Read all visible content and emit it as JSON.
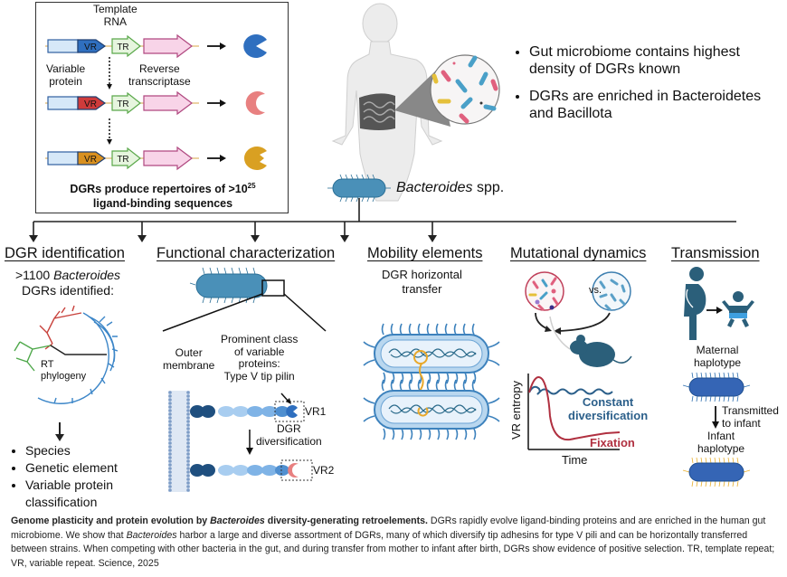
{
  "inset": {
    "template_rna_label": "Template\nRNA",
    "variable_protein_label": "Variable\nprotein",
    "reverse_transcriptase_label": "Reverse\ntranscriptase",
    "vr_label": "VR",
    "tr_label": "TR",
    "rows": [
      {
        "vr_color": "#2f6fbf",
        "product_color": "#2f6fbf",
        "product_shape": "pacman"
      },
      {
        "vr_color": "#cf3b3b",
        "product_color": "#e88080",
        "product_shape": "crescent"
      },
      {
        "vr_color": "#d9901f",
        "product_color": "#d9a022",
        "product_shape": "notched"
      }
    ],
    "summary_line1": "DGRs produce repertoires of >10",
    "summary_exponent": "25",
    "summary_line2": "ligand-binding sequences"
  },
  "gut": {
    "bullets": [
      "Gut microbiome contains highest density of DGRs known",
      "DGRs are enriched in Bacteroidetes and Bacillota"
    ]
  },
  "root": {
    "genus": "Bacteroides",
    "suffix": " spp."
  },
  "sections": {
    "identification": {
      "title": "DGR identification",
      "count_prefix": ">1100 ",
      "count_genus": "Bacteroides",
      "count_suffix": "DGRs identified:",
      "tree_label": "RT\nphylogeny",
      "bullets": [
        "Species",
        "Genetic element",
        "Variable protein classification"
      ]
    },
    "functional": {
      "title": "Functional characterization",
      "outer_membrane": "Outer\nmembrane",
      "prominent": "Prominent class\nof variable\nproteins:\nType V tip pilin",
      "vr1": "VR1",
      "vr2": "VR2",
      "diversification": "DGR\ndiversification"
    },
    "mobility": {
      "title": "Mobility elements",
      "subtitle": "DGR horizontal\ntransfer"
    },
    "mutational": {
      "title": "Mutational dynamics",
      "vs_label": "vs.",
      "y_axis": "VR entropy",
      "x_axis": "Time",
      "constant_label": "Constant\ndiversification",
      "fixation_label": "Fixation",
      "constant_color": "#2b5f8a",
      "fixation_color": "#b03040"
    },
    "transmission": {
      "title": "Transmission",
      "maternal": "Maternal\nhaplotype",
      "transmitted": "Transmitted\nto infant",
      "infant": "Infant\nhaplotype"
    }
  },
  "caption": {
    "bold_part1": "Genome plasticity and protein evolution by ",
    "bold_italic": "Bacteroides",
    "bold_part2": " diversity-generating retroelements.",
    "text1": " DGRs rapidly evolve ligand-binding proteins and are enriched in the human gut microbiome. We show that ",
    "italic": "Bacteroides",
    "text2": " harbor a large and diverse assortment of DGRs, many of which diversify tip adhesins for type V pili and can be horizontally transferred between strains. When competing with other bacteria in the gut, and during transfer from mother to infant after birth, DGRs show evidence of positive selection. TR, template repeat; VR, variable repeat. Science, 2025"
  },
  "colors": {
    "bacteria_blue": "#4a90b8",
    "dark_blue": "#2b5f8a",
    "pink": "#e48aa8",
    "green_tr": "#5aa84a"
  }
}
